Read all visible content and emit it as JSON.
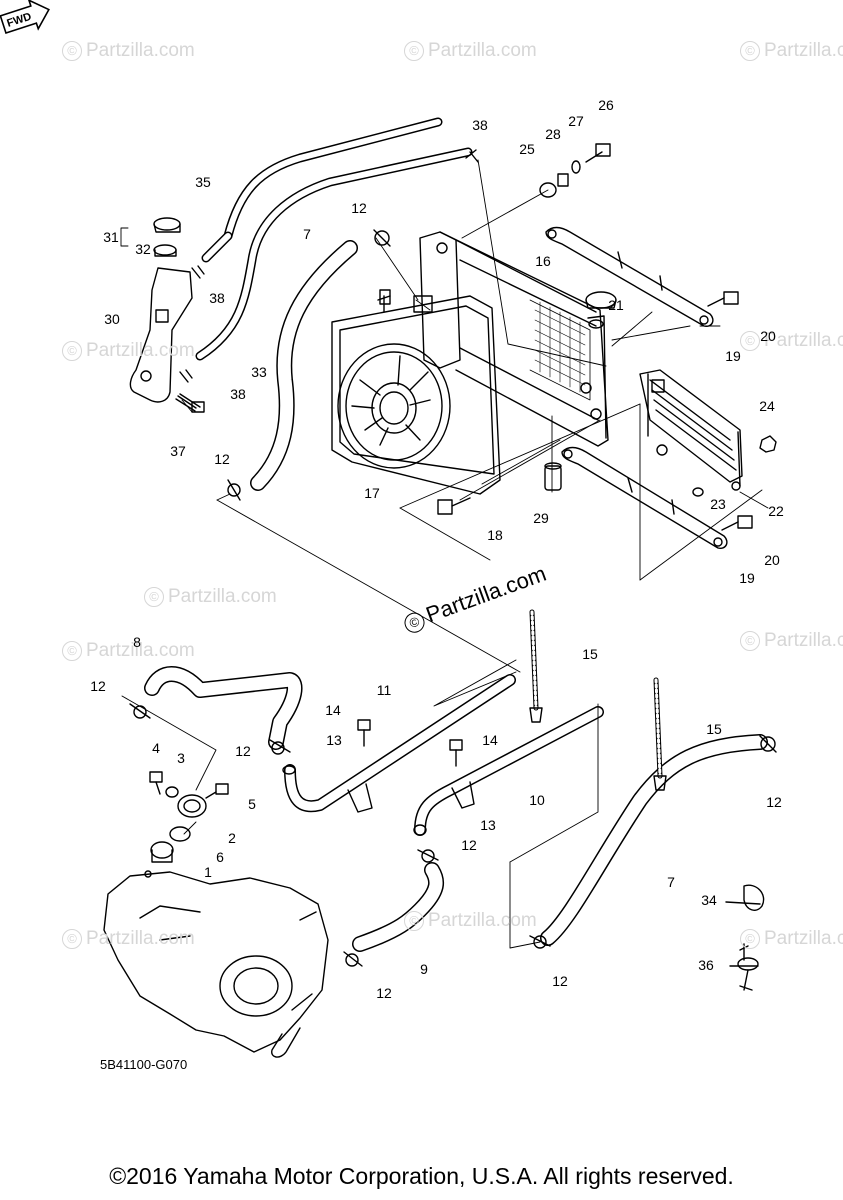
{
  "watermark_text": "Partzilla.com",
  "center_watermark_text": "Partzilla.com",
  "callouts": [
    "1",
    "2",
    "3",
    "4",
    "5",
    "6",
    "7",
    "7",
    "8",
    "9",
    "10",
    "11",
    "12",
    "12",
    "12",
    "12",
    "12",
    "12",
    "12",
    "12",
    "13",
    "13",
    "14",
    "14",
    "15",
    "15",
    "16",
    "17",
    "18",
    "19",
    "19",
    "20",
    "20",
    "21",
    "22",
    "23",
    "24",
    "25",
    "26",
    "27",
    "28",
    "29",
    "30",
    "31",
    "32",
    "33",
    "34",
    "35",
    "36",
    "37",
    "38",
    "38",
    "38"
  ],
  "fwd_label": "FWD",
  "drawing_code": "5B41100-G070",
  "copyright": "©2016 Yamaha Motor Corporation, U.S.A. All rights reserved."
}
